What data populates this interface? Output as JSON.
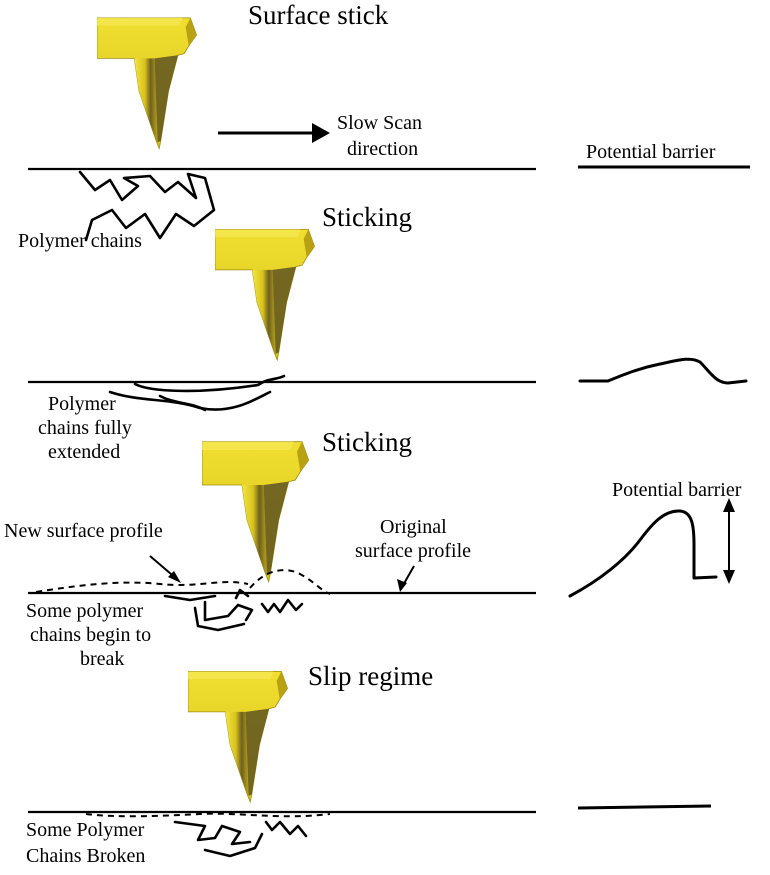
{
  "colors": {
    "tip_light": "#f2e23a",
    "tip_mid": "#d8c21c",
    "tip_dark": "#7a6a1e",
    "tip_edge": "#9c8a10"
  },
  "panels": [
    {
      "title": "Surface stick",
      "annotations": [
        "Slow Scan",
        "direction",
        "Polymer chains"
      ]
    },
    {
      "title": "Sticking",
      "annotations": [
        "Polymer",
        "chains fully",
        "extended"
      ]
    },
    {
      "title": "Sticking",
      "annotations": [
        "New surface profile",
        "Original",
        "surface profile",
        "Some polymer",
        "chains begin to",
        "break"
      ]
    },
    {
      "title": "Slip regime",
      "annotations": [
        "Some Polymer",
        "Chains Broken"
      ]
    }
  ],
  "side_labels": {
    "top": "Potential barrier",
    "middle": "Potential barrier"
  }
}
